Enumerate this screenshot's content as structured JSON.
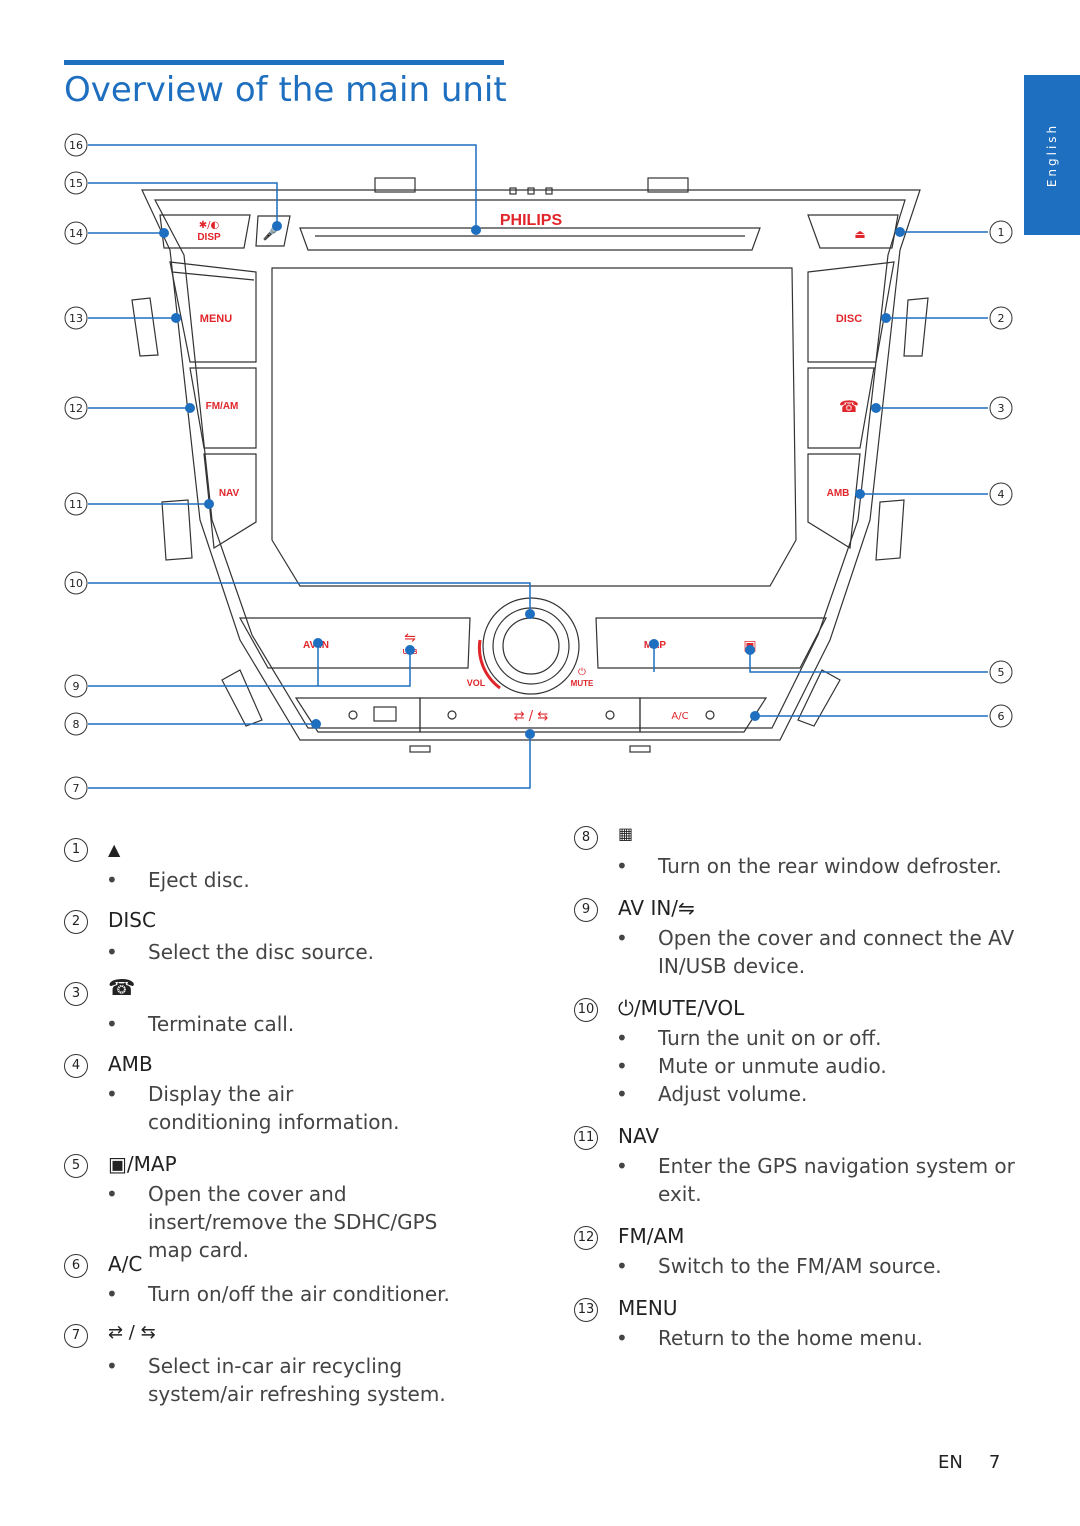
{
  "page": {
    "title": "Overview of the main unit",
    "language_tab": "English",
    "footer_lang": "EN",
    "page_number": "7"
  },
  "unit": {
    "brand": "PHILIPS",
    "buttons": {
      "disp": "DISP",
      "menu": "MENU",
      "fm_am": "FM/AM",
      "nav": "NAV",
      "disc": "DISC",
      "amb": "AMB",
      "av_in": "AV-IN",
      "usb": "USB",
      "map": "MAP",
      "vol": "VOL",
      "mute": "MUTE",
      "ac": "A/C"
    }
  },
  "callouts": [
    "1",
    "2",
    "3",
    "4",
    "5",
    "6",
    "7",
    "8",
    "9",
    "10",
    "11",
    "12",
    "13",
    "14",
    "15",
    "16"
  ],
  "items": [
    {
      "n": "1",
      "head": "▲",
      "bullets": [
        "Eject disc."
      ]
    },
    {
      "n": "2",
      "head": "DISC",
      "bullets": [
        "Select the disc source."
      ]
    },
    {
      "n": "3",
      "head": "",
      "icon": "phone-hangup-icon",
      "bullets": [
        "Terminate call."
      ]
    },
    {
      "n": "4",
      "head": "AMB",
      "bullets": [
        "Display the air conditioning information."
      ]
    },
    {
      "n": "5",
      "head": "/MAP",
      "icon": "sd-card-icon",
      "bullets": [
        "Open the cover and insert/remove the SDHC/GPS map card."
      ]
    },
    {
      "n": "6",
      "head": "A/C",
      "bullets": [
        "Turn on/off the air conditioner."
      ]
    },
    {
      "n": "7",
      "head": "",
      "icon": "air-recirculation-icon",
      "bullets": [
        "Select in-car air recycling system/air refreshing system."
      ]
    },
    {
      "n": "8",
      "head": "",
      "icon": "rear-defrost-icon",
      "bullets": [
        "Turn on the rear window defroster."
      ]
    },
    {
      "n": "9",
      "head": "AV IN/",
      "icon": "usb-icon",
      "bullets": [
        "Open the cover and connect the AV IN/USB device."
      ]
    },
    {
      "n": "10",
      "head": "/MUTE/VOL",
      "icon": "power-icon",
      "bullets": [
        "Turn the unit on or off.",
        "Mute or unmute audio.",
        "Adjust volume."
      ]
    },
    {
      "n": "11",
      "head": "NAV",
      "bullets": [
        "Enter the GPS navigation system or exit."
      ]
    },
    {
      "n": "12",
      "head": "FM/AM",
      "bullets": [
        "Switch to the FM/AM source."
      ]
    },
    {
      "n": "13",
      "head": "MENU",
      "bullets": [
        "Return to the home menu."
      ]
    }
  ]
}
